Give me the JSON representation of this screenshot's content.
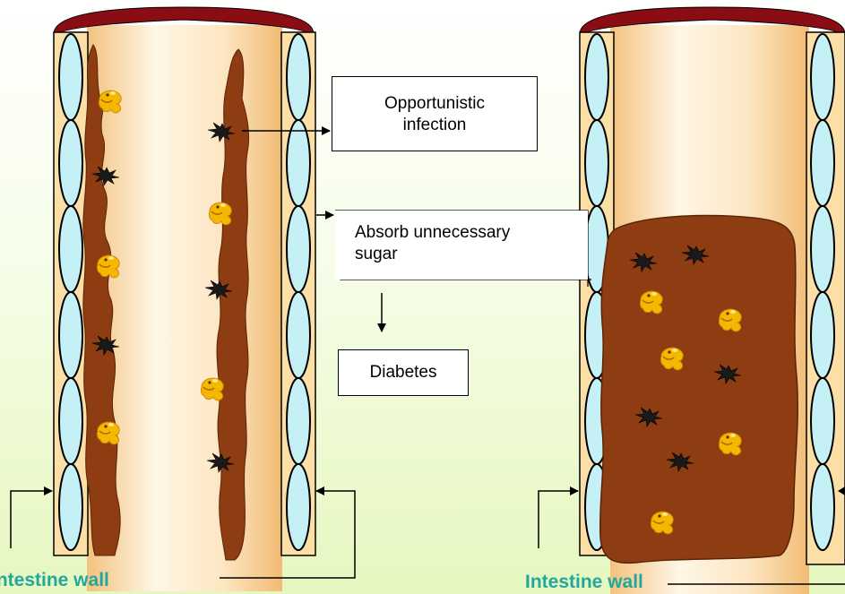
{
  "labels": {
    "left_wall": "Intestine wall",
    "right_wall": "Intestine wall"
  },
  "boxes": {
    "infection": {
      "line1": "Opportunistic",
      "line2": "infection"
    },
    "sugar": {
      "line1": "Absorb unnecessary",
      "line2": "sugar"
    },
    "diabetes": "Diabetes"
  },
  "colors": {
    "tube_cap": "#8b0d14",
    "tube_body": "#fbe3bd",
    "wall": "#fbdfa6",
    "cell": "#c4f0f6",
    "mucus": "#8e3d12",
    "bacteria_bad": "#1a1a1a",
    "bacteria_good": "#f5b800",
    "label": "#23a79c"
  },
  "icons": [
    "spiky-bacterium-icon",
    "yellow-bacterium-icon"
  ]
}
